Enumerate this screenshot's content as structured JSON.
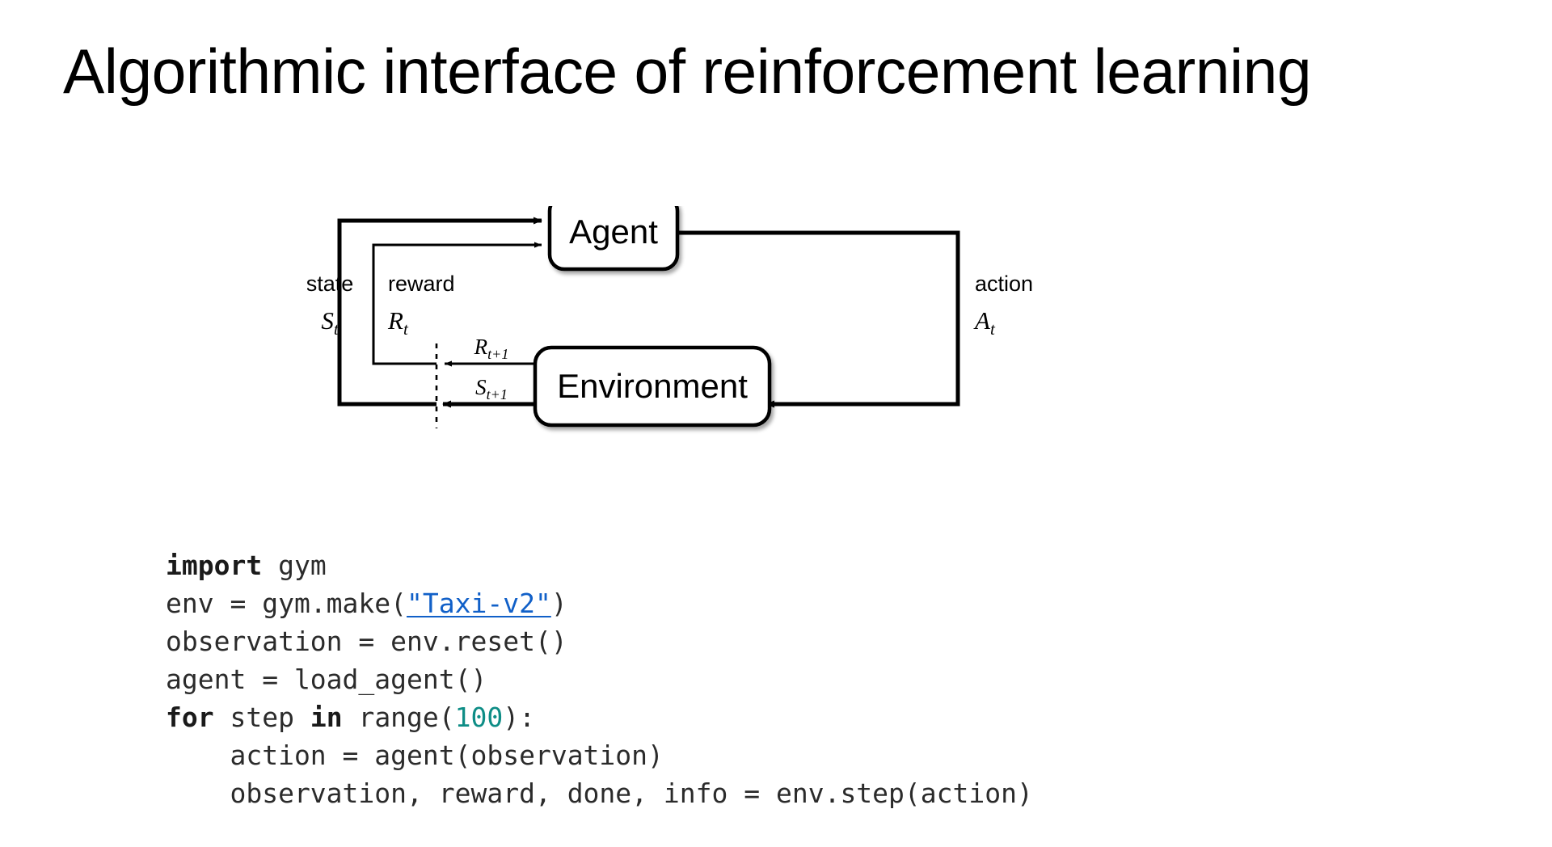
{
  "slide": {
    "title": "Algorithmic interface of reinforcement learning",
    "background_color": "#ffffff"
  },
  "diagram": {
    "name": "agent-environment-interaction-loop",
    "nodes": [
      {
        "id": "agent",
        "label": "Agent"
      },
      {
        "id": "environment",
        "label": "Environment"
      }
    ],
    "edge_labels": {
      "state_word": "state",
      "state_symbol": "S",
      "state_subscript": "t",
      "reward_word": "reward",
      "reward_symbol": "R",
      "reward_subscript": "t",
      "action_word": "action",
      "action_symbol": "A",
      "action_subscript": "t",
      "next_reward_symbol": "R",
      "next_reward_subscript": "t+1",
      "next_state_symbol": "S",
      "next_state_subscript": "t+1"
    },
    "stroke_color": "#000000",
    "node_fill": "#ffffff"
  },
  "code": {
    "language": "python",
    "keyword_color": "#1a1a1a",
    "number_color": "#0e8d86",
    "link_color": "#1160c8",
    "text_color": "#2b2b2b",
    "lines": [
      {
        "id": "line-1",
        "tokens": [
          {
            "t": "import",
            "k": "kw"
          },
          {
            "t": " gym",
            "k": ""
          }
        ]
      },
      {
        "id": "line-2",
        "tokens": [
          {
            "t": "env = gym.make(",
            "k": ""
          },
          {
            "t": "\"Taxi-v2\"",
            "k": "lnk"
          },
          {
            "t": ")",
            "k": ""
          }
        ]
      },
      {
        "id": "line-3",
        "tokens": [
          {
            "t": "observation = env.reset()",
            "k": ""
          }
        ]
      },
      {
        "id": "line-4",
        "tokens": [
          {
            "t": "agent = load_agent()",
            "k": ""
          }
        ]
      },
      {
        "id": "line-5",
        "tokens": [
          {
            "t": "for",
            "k": "kw"
          },
          {
            "t": " step ",
            "k": ""
          },
          {
            "t": "in",
            "k": "kw"
          },
          {
            "t": " range(",
            "k": ""
          },
          {
            "t": "100",
            "k": "num"
          },
          {
            "t": "):",
            "k": ""
          }
        ]
      },
      {
        "id": "line-6",
        "tokens": [
          {
            "t": "    action = agent(observation)",
            "k": ""
          }
        ]
      },
      {
        "id": "line-7",
        "tokens": [
          {
            "t": "    observation, reward, done, info = env.step(action)",
            "k": ""
          }
        ]
      }
    ]
  }
}
